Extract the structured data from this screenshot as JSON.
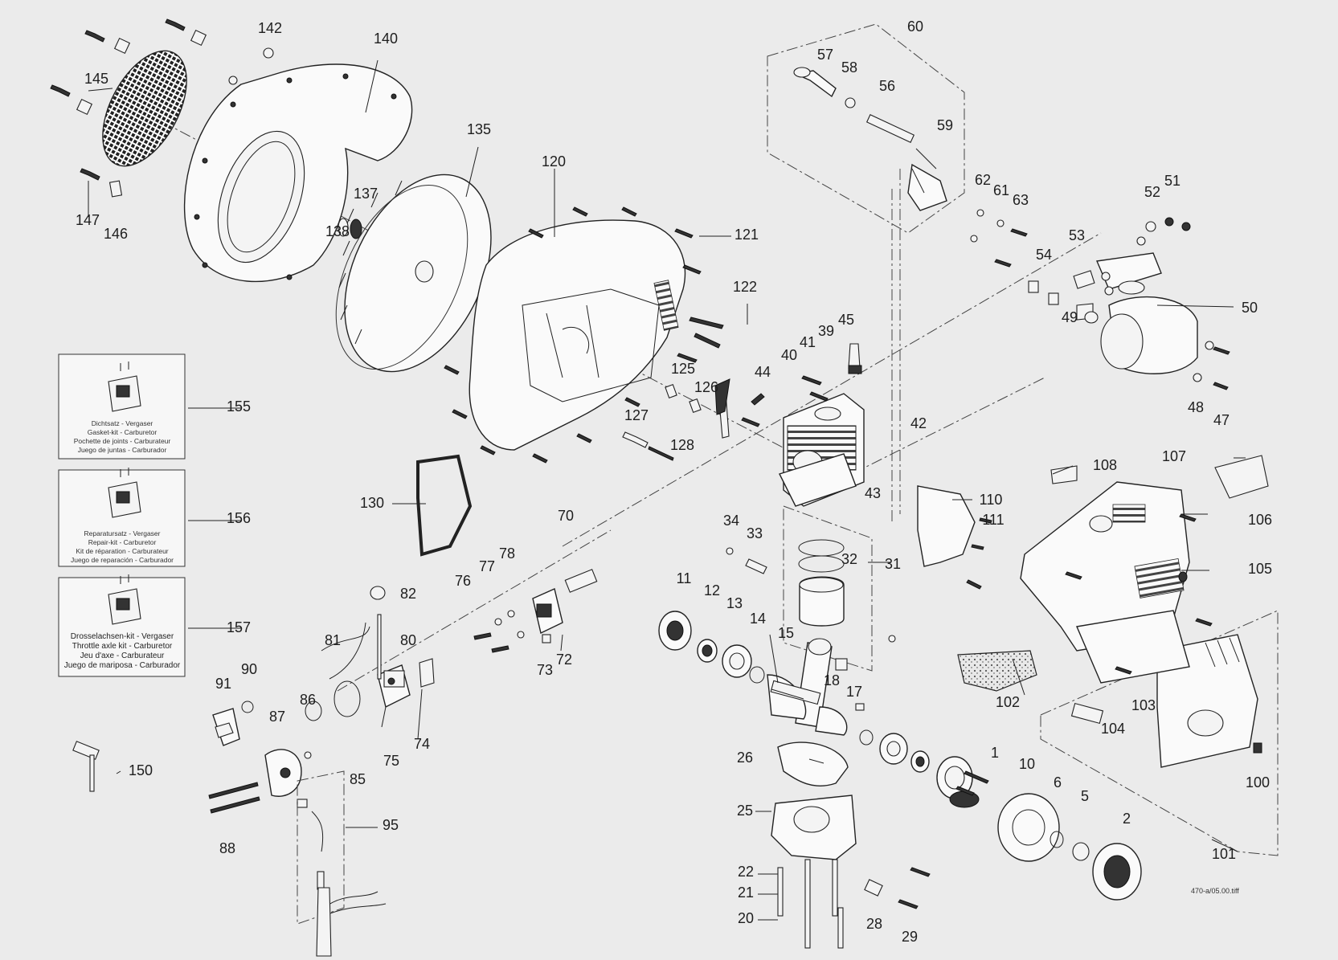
{
  "figure_code": "470-a/05.00.tiff",
  "part_numbers": [
    "1",
    "2",
    "5",
    "6",
    "10",
    "11",
    "12",
    "13",
    "14",
    "15",
    "17",
    "18",
    "20",
    "21",
    "22",
    "25",
    "26",
    "28",
    "29",
    "31",
    "32",
    "33",
    "34",
    "39",
    "40",
    "41",
    "42",
    "43",
    "44",
    "45",
    "47",
    "48",
    "49",
    "50",
    "51",
    "52",
    "53",
    "54",
    "56",
    "57",
    "58",
    "59",
    "60",
    "61",
    "62",
    "63",
    "70",
    "72",
    "73",
    "74",
    "75",
    "76",
    "77",
    "78",
    "80",
    "81",
    "82",
    "85",
    "86",
    "87",
    "88",
    "90",
    "91",
    "95",
    "100",
    "101",
    "102",
    "103",
    "104",
    "105",
    "106",
    "107",
    "108",
    "110",
    "111",
    "120",
    "121",
    "122",
    "125",
    "126",
    "127",
    "128",
    "130",
    "135",
    "137",
    "138",
    "140",
    "142",
    "145",
    "146",
    "147",
    "150",
    "155",
    "156",
    "157"
  ],
  "kits": [
    {
      "number": "155",
      "lines": [
        "Dichtsatz - Vergaser",
        "Gasket-kit - Carburetor",
        "Pochette de joints - Carburateur",
        "Juego de juntas - Carburador"
      ]
    },
    {
      "number": "156",
      "lines": [
        "Reparatursatz - Vergaser",
        "Repair-kit - Carburetor",
        "Kit de réparation - Carburateur",
        "Juego de reparación - Carburador"
      ]
    },
    {
      "number": "157",
      "lines": [
        "Drosselachsen-kit - Vergaser",
        "Throttle axle kit - Carburetor",
        "Jeu d'axe - Carburateur",
        "Juego de mariposa - Carburador"
      ]
    }
  ]
}
